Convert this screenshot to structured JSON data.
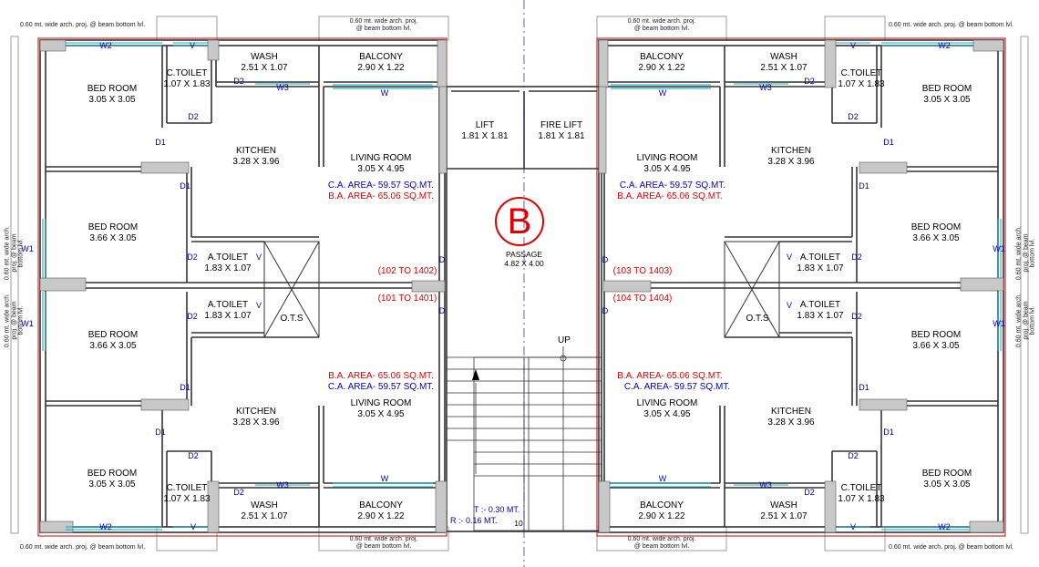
{
  "stamp": "B",
  "projection_note": "0.60 mt. wide arch. proj. @ beam bottom lvl.",
  "projection_note_split": [
    "0.60 mt. wide arch. proj.",
    "@ beam bottom lvl."
  ],
  "projection_note_vertical": [
    "0.60 mt. wide arch.",
    "proj. @ beam",
    "bottom lvl."
  ],
  "rooms": {
    "bed_room": "BED ROOM",
    "bed_small": "3.05 X 3.05",
    "bed_large": "3.66 X 3.05",
    "c_toilet": "C.TOILET",
    "c_toilet_size": "1.07 X 1.83",
    "wash": "WASH",
    "wash_size": "2.51 X 1.07",
    "balcony": "BALCONY",
    "balcony_size": "2.90 X 1.22",
    "kitchen": "KITCHEN",
    "kitchen_size": "3.28 X 3.96",
    "living_room": "LIVING ROOM",
    "living_size": "3.05 X 4.95",
    "a_toilet": "A.TOILET",
    "a_toilet_size": "1.83 X 1.07",
    "ots": "O.T.S",
    "lift": "LIFT",
    "lift_size": "1.81 X 1.81",
    "fire_lift": "FIRE LIFT",
    "fire_lift_size": "1.81 X 1.81",
    "passage": "PASSAGE",
    "passage_size": "4.82 X 4.00"
  },
  "areas": {
    "ca": "C.A. AREA- 59.57 SQ.MT.",
    "ba": "B.A. AREA- 65.06 SQ.MT."
  },
  "flats": {
    "f1402": "(102 TO 1402)",
    "f1401": "(101 TO 1401)",
    "f1403": "(103 TO 1403)",
    "f1404": "(104 TO 1404)"
  },
  "marks": {
    "w": "W",
    "w1": "W1",
    "w2": "W2",
    "w3": "W3",
    "d": "D",
    "d1": "D1",
    "d2": "D2",
    "v": "V"
  },
  "stair": {
    "up": "UP",
    "tread": "T :- 0.30 MT.",
    "riser": "R :- 0.16 MT.",
    "steps": "10"
  },
  "colors": {
    "wall": "#333333",
    "boundary": "#d00000",
    "window": "#00a8c8",
    "column": "#c8c8c8",
    "red_text": "#e00000",
    "blue_text": "#0000cc",
    "axis": "#2020a0"
  }
}
